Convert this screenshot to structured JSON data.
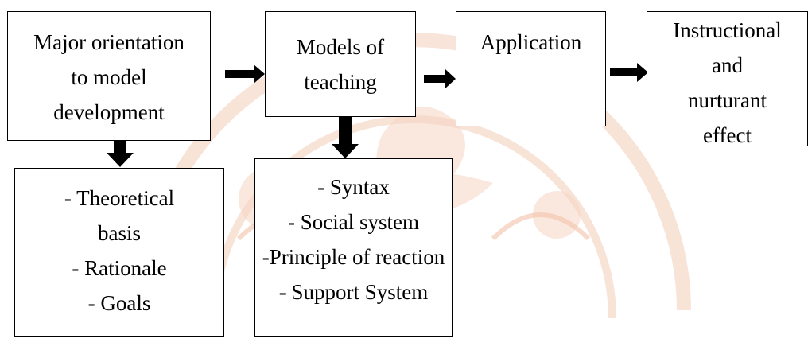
{
  "boxes": {
    "major_orientation": {
      "lines": [
        "Major orientation",
        "to model",
        "development"
      ]
    },
    "models_of_teaching": {
      "lines": [
        "Models of",
        "teaching"
      ]
    },
    "application": {
      "lines": [
        "Application"
      ]
    },
    "instructional_effect": {
      "lines": [
        "Instructional",
        "and",
        "nurturant",
        "effect"
      ]
    },
    "model_basis": {
      "lines": [
        "- Theoretical",
        "basis",
        "- Rationale",
        "- Goals"
      ]
    },
    "model_elements": {
      "lines": [
        "- Syntax",
        "- Social system",
        "-Principle of reaction",
        "- Support System"
      ]
    }
  },
  "colors": {
    "watermark": "#f3c9b3",
    "ink": "#000000"
  }
}
